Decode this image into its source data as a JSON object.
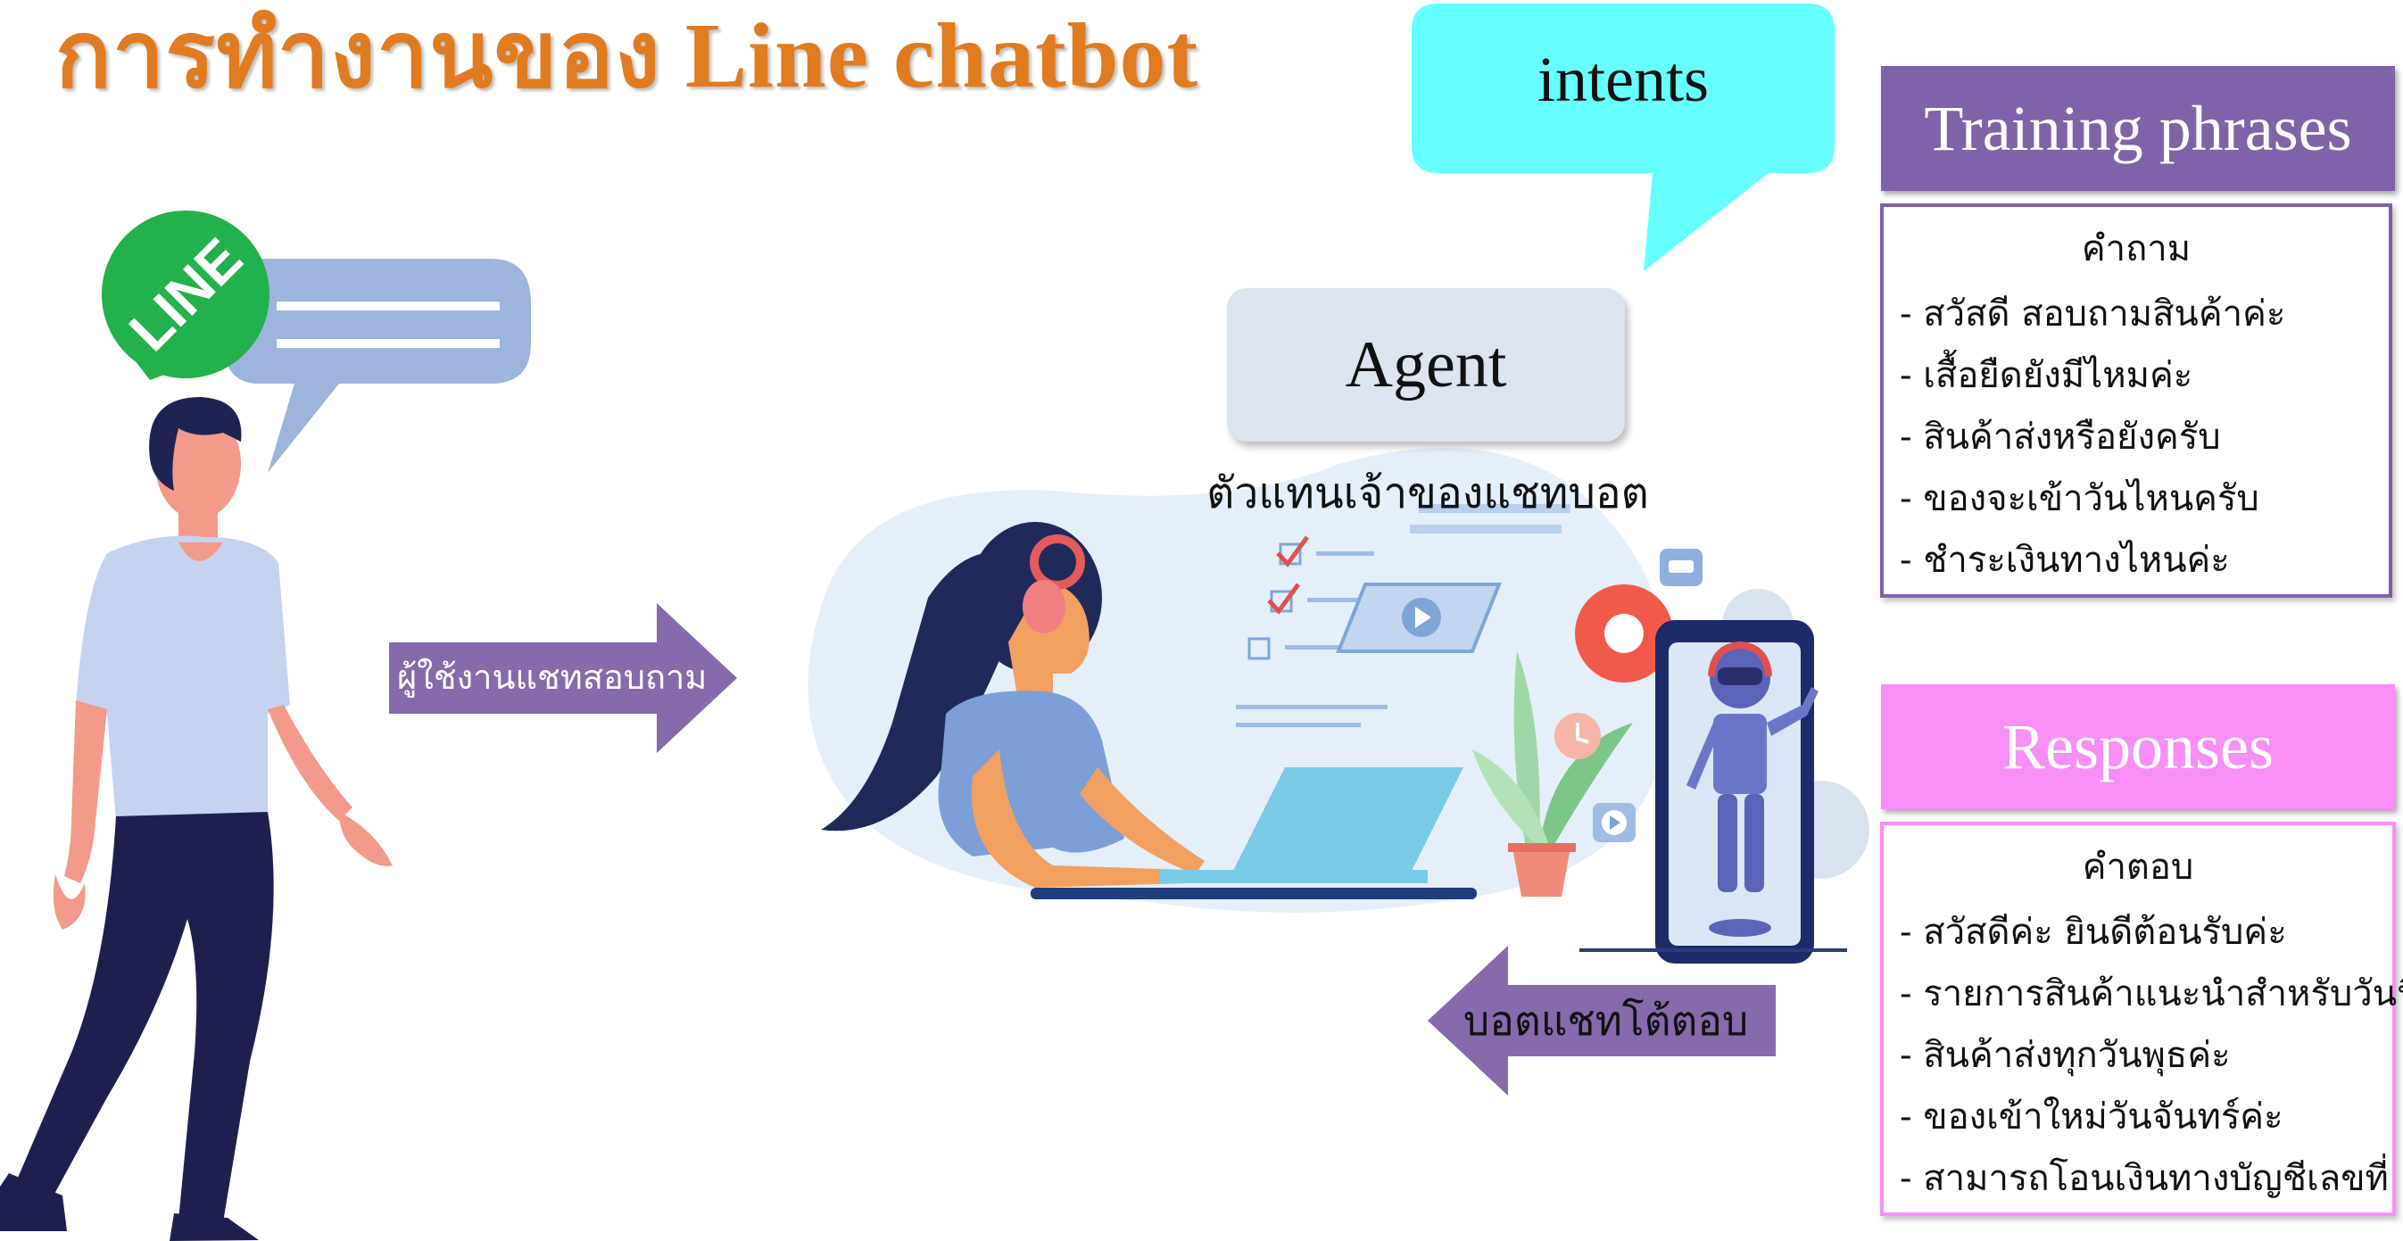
{
  "title": "การทำงานของ Line chatbot",
  "intents": {
    "label": "intents"
  },
  "training_phrases": {
    "header": "Training phrases",
    "caption": "คำถาม",
    "items": [
      "- สวัสดี สอบถามสินค้าค่ะ",
      "- เสื้อยืดยังมีไหมค่ะ",
      "- สินค้าส่งหรือยังครับ",
      "- ของจะเข้าวันไหนครับ",
      "- ชำระเงินทางไหนค่ะ"
    ]
  },
  "responses": {
    "header": "Responses",
    "caption": "คำตอบ",
    "items": [
      "- สวัสดีค่ะ ยินดีต้อนรับค่ะ",
      "- รายการสินค้าแนะนำสำหรับวันนี้",
      "- สินค้าส่งทุกวันพุธค่ะ",
      "- ของเข้าใหม่วันจันทร์ค่ะ",
      "- สามารถโอนเงินทางบัญชีเลขที่ ..."
    ]
  },
  "agent": {
    "label": "Agent",
    "subtitle": "ตัวแทนเจ้าของแชทบอต"
  },
  "arrows": {
    "user_to_agent": "ผู้ใช้งานแชทสอบถาม",
    "bot_reply": "บอตแชทโต้ตอบ"
  },
  "logo": {
    "text": "LINE",
    "icon": "line-logo-icon"
  },
  "colors": {
    "title": "#e07b1f",
    "intents_bubble": "#66ffff",
    "training_header": "#7f62a8",
    "responses_header": "#f78ff7",
    "arrow": "#7f62a8",
    "agent_box": "#dbe4ef"
  }
}
